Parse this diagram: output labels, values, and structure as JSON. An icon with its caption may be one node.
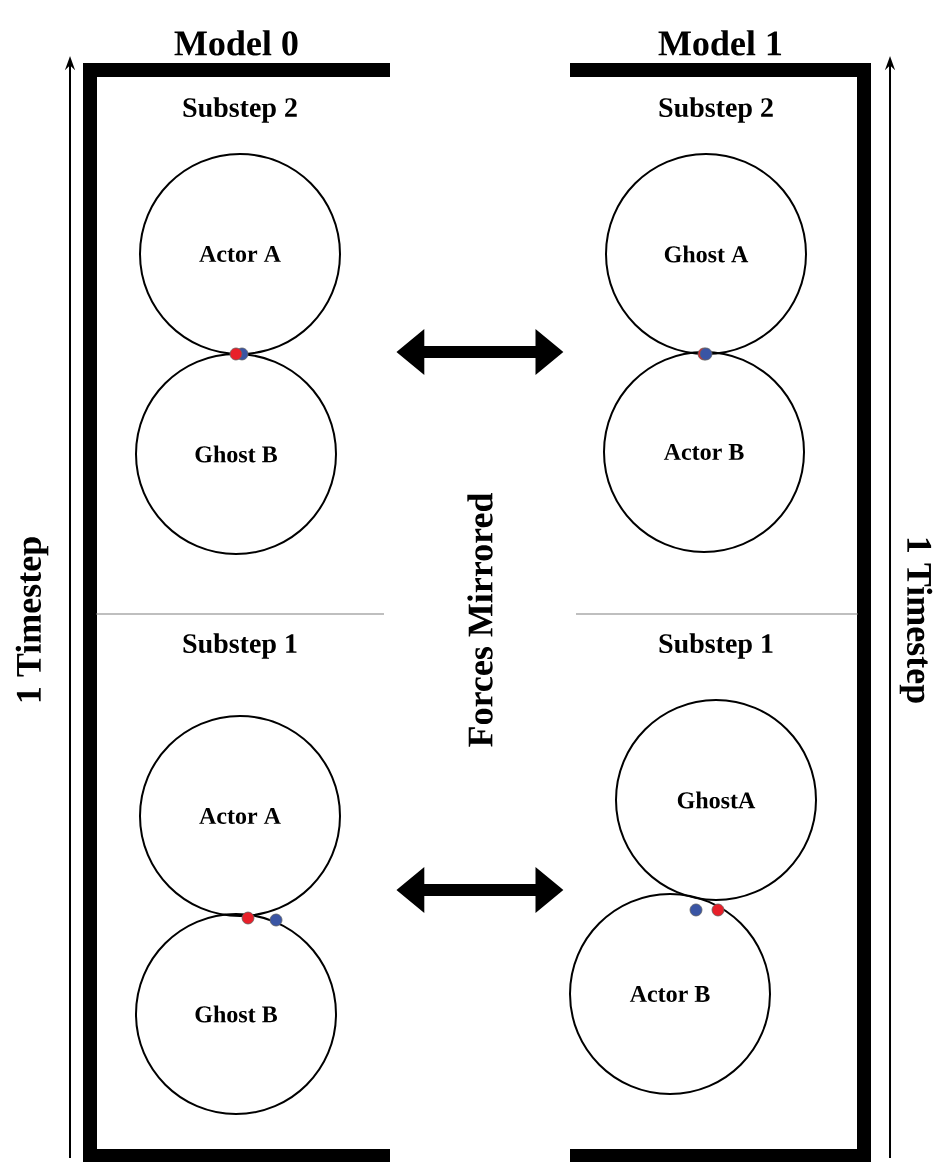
{
  "diagram": {
    "nodes": [
      {
        "text": [
          "Model 0"
        ]
      },
      {
        "text": [
          "Model 1"
        ]
      },
      {
        "text": [
          "Actor A"
        ],
        "in": 0
      },
      {
        "text": [
          "Ghost A"
        ],
        "in": 1
      },
      {
        "text": [
          "Ghost B"
        ],
        "in": 0
      },
      {
        "text": [
          "Actor B"
        ],
        "in": 1
      },
      {
        "text": [
          "Actor A"
        ],
        "in": 0
      },
      {
        "text": [
          "GhostA"
        ],
        "in": 1
      },
      {
        "text": [
          "Ghost B"
        ],
        "in": 0
      },
      {
        "text": [
          "Actor B"
        ],
        "in": 1
      }
    ],
    "edges": [
      {
        "from": 0,
        "to": 1,
        "arrow": "both"
      },
      {
        "from": 0,
        "to": 1,
        "arrow": "both"
      }
    ],
    "labels": [
      "Substep 2",
      "Substep 2",
      "1 Timestep",
      "Forces Mirrored",
      "1 Timestep",
      "Substep 1",
      "Substep 1"
    ]
  }
}
